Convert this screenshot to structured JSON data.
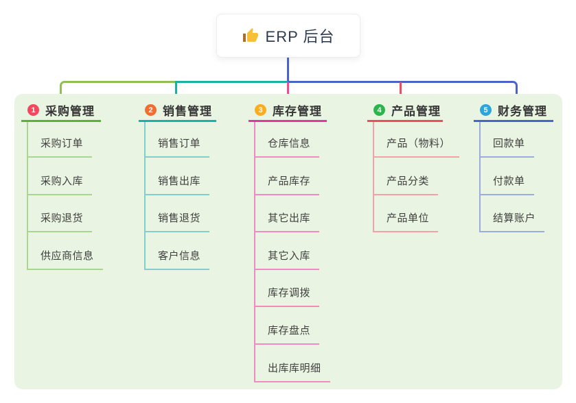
{
  "root": {
    "title": "ERP 后台",
    "icon": "thumbs-up-icon"
  },
  "branches": [
    {
      "index": "1",
      "title": "采购管理",
      "badge_color": "#f0485d",
      "main_color": "#55b430",
      "bus_color": "#8cc152",
      "light_color": "#a8d68e",
      "children": [
        "采购订单",
        "采购入库",
        "采购退货",
        "供应商信息"
      ]
    },
    {
      "index": "2",
      "title": "销售管理",
      "badge_color": "#f06e34",
      "main_color": "#14b3a5",
      "bus_color": "#14b3a5",
      "light_color": "#7fd0c8",
      "children": [
        "销售订单",
        "销售出库",
        "销售退货",
        "客户信息"
      ]
    },
    {
      "index": "3",
      "title": "库存管理",
      "badge_color": "#f8ae1e",
      "main_color": "#e0399c",
      "bus_color": "#ed4997",
      "light_color": "#f28ac1",
      "children": [
        "仓库信息",
        "产品库存",
        "其它出库",
        "其它入库",
        "库存调拨",
        "库存盘点",
        "出库库明细"
      ]
    },
    {
      "index": "4",
      "title": "产品管理",
      "badge_color": "#2eb44c",
      "main_color": "#ee4d5f",
      "bus_color": "#ee4d5f",
      "light_color": "#f59fa7",
      "children": [
        "产品（物料）",
        "产品分类",
        "产品单位"
      ]
    },
    {
      "index": "5",
      "title": "财务管理",
      "badge_color": "#2aa6dd",
      "main_color": "#4a63c8",
      "bus_color": "#4a63c8",
      "light_color": "#98ace2",
      "children": [
        "回款单",
        "付款单",
        "结算账户"
      ]
    }
  ],
  "colors": {
    "panel_bg": "#e9f5e2",
    "root_text": "#2e3b4e",
    "title_text": "#363636",
    "child_text": "#3f3f3f",
    "thumb_hand": "#f7c036",
    "thumb_cuff": "#a86f2d"
  }
}
